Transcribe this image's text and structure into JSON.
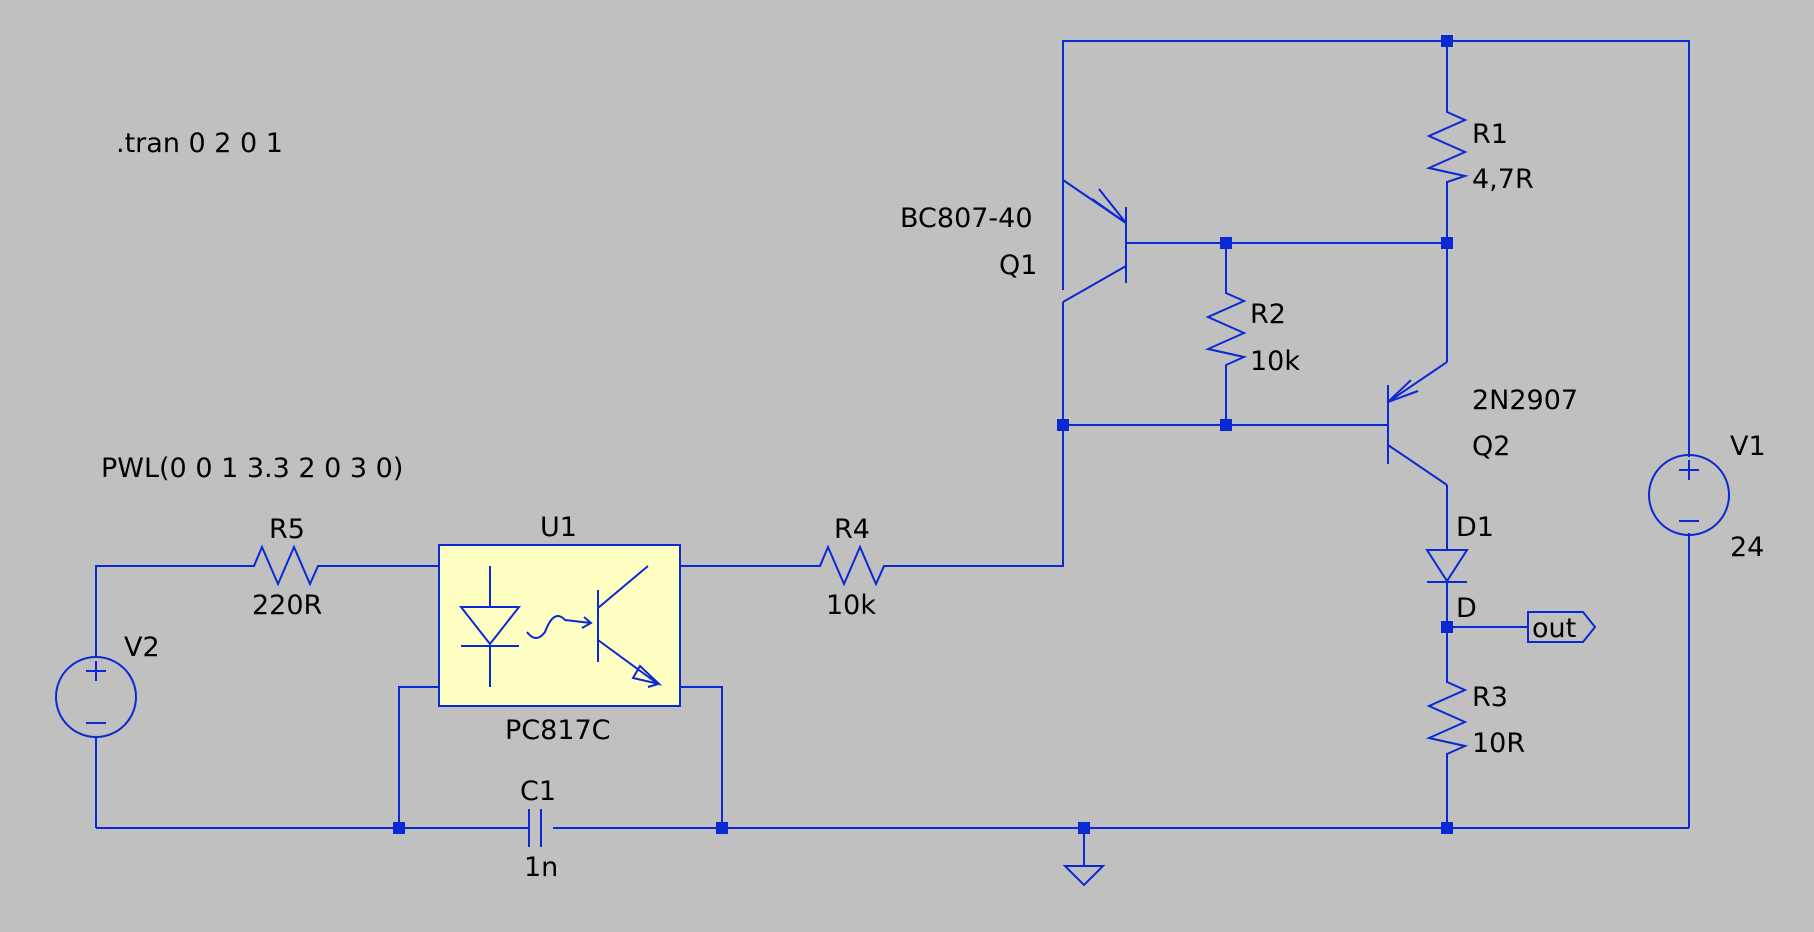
{
  "directive": ".tran 0 2 0 1",
  "components": {
    "V1": {
      "name": "V1",
      "value": "24"
    },
    "V2": {
      "name": "V2",
      "value": "PWL(0 0 1 3.3 2 0 3 0)"
    },
    "R1": {
      "name": "R1",
      "value": "4,7R"
    },
    "R2": {
      "name": "R2",
      "value": "10k"
    },
    "R3": {
      "name": "R3",
      "value": "10R"
    },
    "R4": {
      "name": "R4",
      "value": "10k"
    },
    "R5": {
      "name": "R5",
      "value": "220R"
    },
    "C1": {
      "name": "C1",
      "value": "1n"
    },
    "Q1": {
      "name": "Q1",
      "value": "BC807-40"
    },
    "Q2": {
      "name": "Q2",
      "value": "2N2907"
    },
    "D1": {
      "name": "D1",
      "value": "D"
    },
    "U1": {
      "name": "U1",
      "value": "PC817C"
    }
  },
  "net_labels": {
    "out": "out"
  },
  "colors": {
    "wire": "#0a29d4",
    "background": "#c0c0c0",
    "opto_fill": "#ffffc4"
  }
}
